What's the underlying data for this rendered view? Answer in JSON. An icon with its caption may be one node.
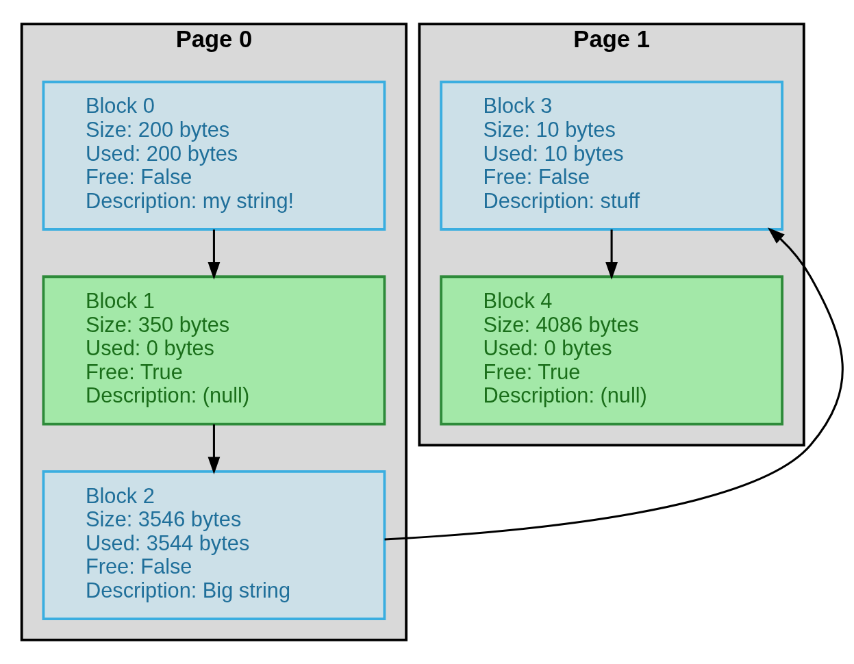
{
  "diagram": {
    "nodes": [
      {
        "text": [
          "Page 0"
        ]
      },
      {
        "text": [
          "Block 0",
          "Size: 200 bytes",
          "Used: 200 bytes",
          "Free: False",
          "Description: my string!"
        ],
        "in": 0
      },
      {
        "text": [
          "Block 1",
          "Size: 350 bytes",
          "Used: 0 bytes",
          "Free: True",
          "Description: (null)"
        ],
        "in": 0
      },
      {
        "text": [
          "Block 2",
          "Size: 3546 bytes",
          "Used: 3544 bytes",
          "Free: False",
          "Description: Big string"
        ],
        "in": 0
      },
      {
        "text": [
          "Page 1"
        ]
      },
      {
        "text": [
          "Block 3",
          "Size: 10 bytes",
          "Used: 10 bytes",
          "Free: False",
          "Description: stuff"
        ],
        "in": 4
      },
      {
        "text": [
          "Block 4",
          "Size: 4086 bytes",
          "Used: 0 bytes",
          "Free: True",
          "Description: (null)"
        ],
        "in": 4
      }
    ],
    "edges": [
      {
        "from": 1,
        "to": 2,
        "arrow": "to"
      },
      {
        "from": 2,
        "to": 3,
        "arrow": "to"
      },
      {
        "from": 3,
        "to": 5,
        "arrow": "to"
      },
      {
        "from": 5,
        "to": 6,
        "arrow": "to"
      }
    ]
  }
}
